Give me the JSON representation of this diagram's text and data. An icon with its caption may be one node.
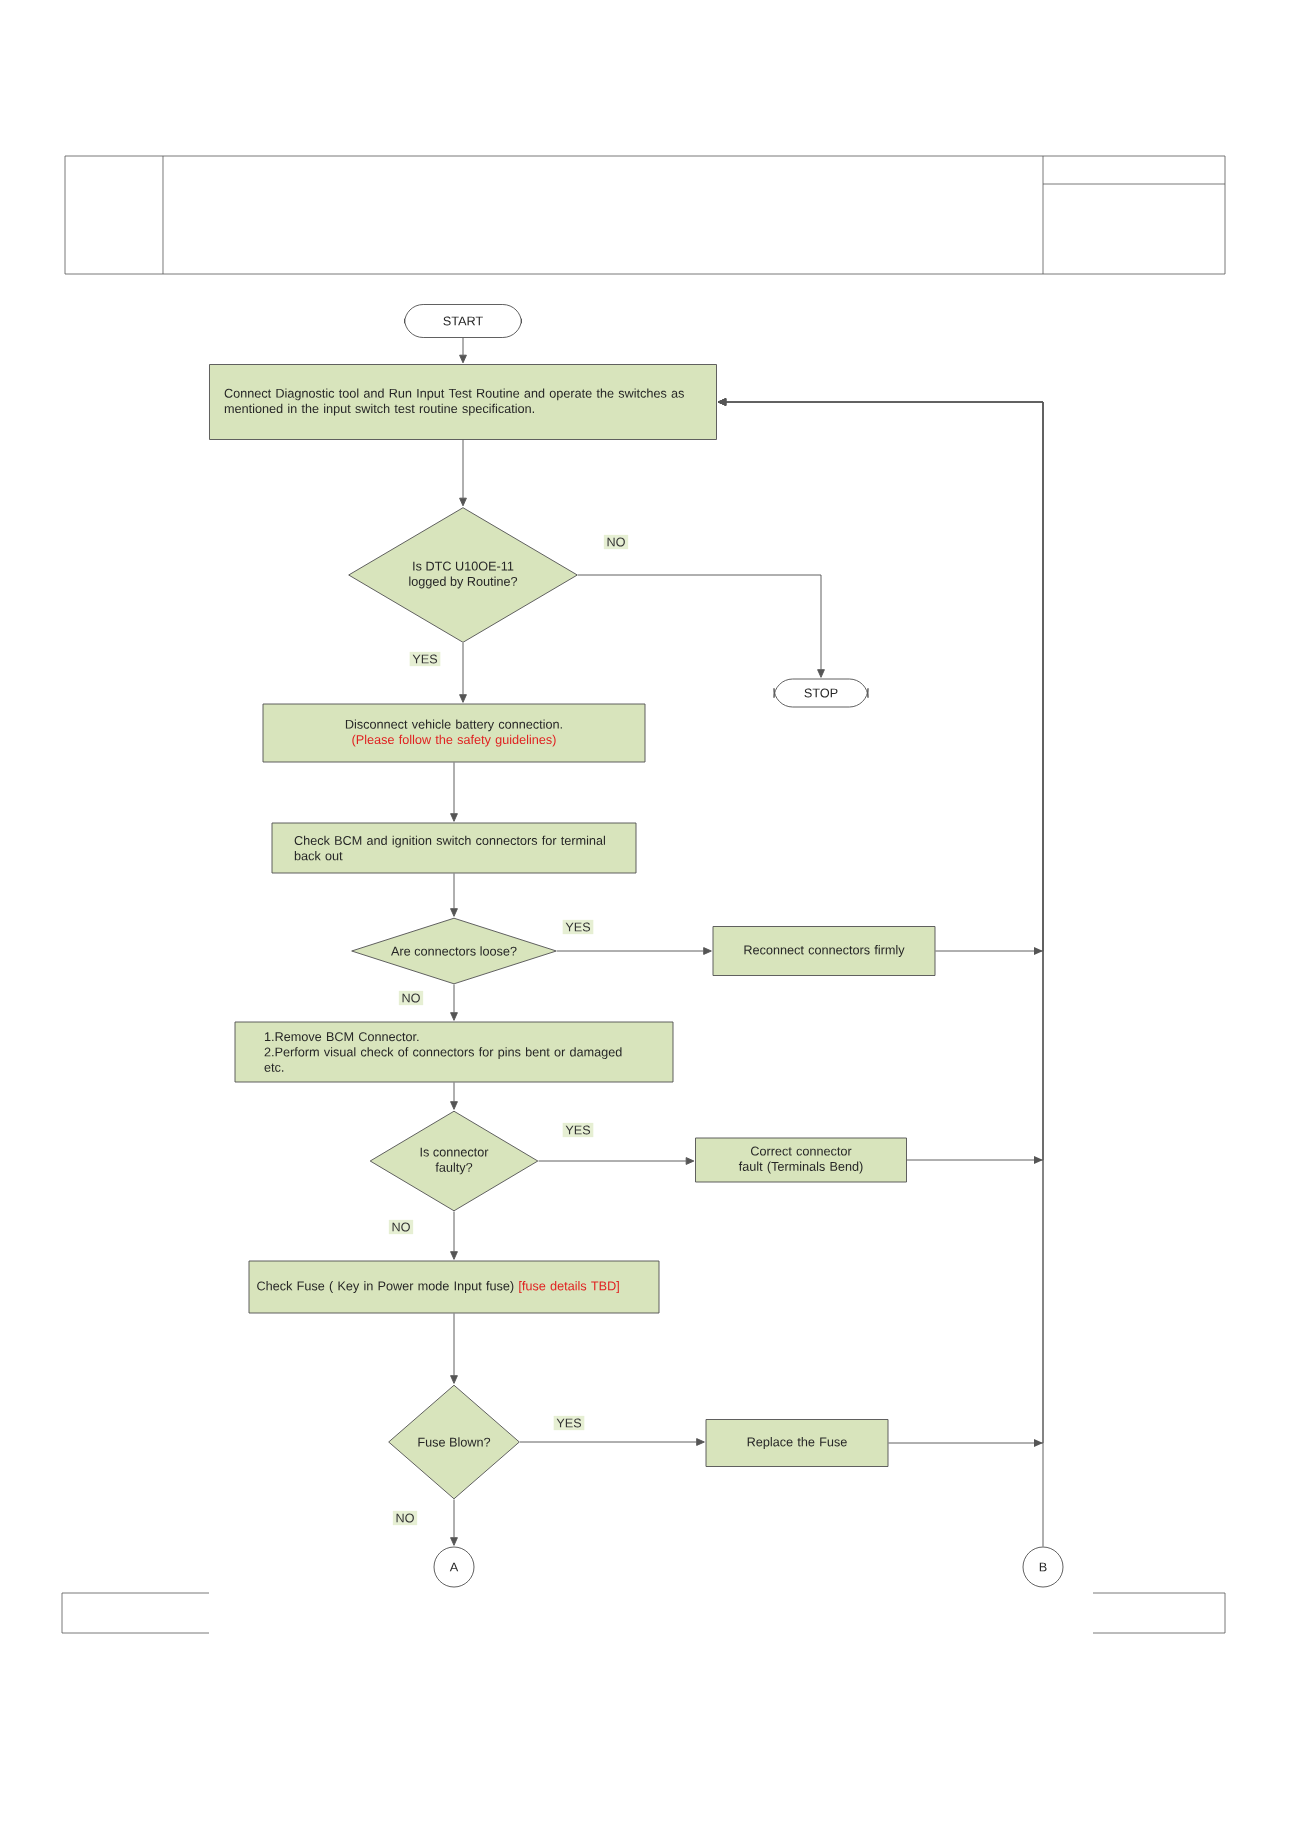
{
  "diagram": {
    "nodes": [
      {
        "text": [
          "START"
        ]
      },
      {
        "text": [
          "Connect Diagnostic tool and Run Input Test Routine and operate the switches as mentioned in the input switch test routine specification."
        ]
      },
      {
        "text": [
          "Is DTC U10OE-11 logged by Routine?"
        ]
      },
      {
        "text": [
          "STOP"
        ]
      },
      {
        "text": [
          "Disconnect vehicle battery connection.",
          "(Please follow the safety guidelines)"
        ]
      },
      {
        "text": [
          "Check  BCM and ignition switch connectors for terminal back out"
        ]
      },
      {
        "text": [
          "Are connectors loose?"
        ]
      },
      {
        "text": [
          "Reconnect connectors firmly"
        ]
      },
      {
        "text": [
          "1.Remove BCM Connector.",
          "2.Perform visual check of connectors for pins bent or damaged etc."
        ]
      },
      {
        "text": [
          "Is connector faulty?"
        ]
      },
      {
        "text": [
          "Correct connector fault (Terminals Bend)"
        ]
      },
      {
        "text": [
          "Check Fuse ( Key in Power mode Input fuse)",
          "[fuse details TBD]"
        ]
      },
      {
        "text": [
          "Fuse Blown?"
        ]
      },
      {
        "text": [
          "Replace the Fuse"
        ]
      },
      {
        "text": [
          "A"
        ]
      },
      {
        "text": [
          "B"
        ]
      }
    ],
    "edges": [
      {
        "from": 0,
        "to": 1,
        "arrow": "to"
      },
      {
        "from": 1,
        "to": 2,
        "arrow": "to"
      },
      {
        "from": 2,
        "to": 3,
        "arrow": "to",
        "label": "NO"
      },
      {
        "from": 2,
        "to": 4,
        "arrow": "to",
        "label": "YES"
      },
      {
        "from": 4,
        "to": 5,
        "arrow": "to"
      },
      {
        "from": 5,
        "to": 6,
        "arrow": "to"
      },
      {
        "from": 6,
        "to": 7,
        "arrow": "to",
        "label": "YES"
      },
      {
        "from": 6,
        "to": 8,
        "arrow": "to",
        "label": "NO"
      },
      {
        "from": 8,
        "to": 9,
        "arrow": "to"
      },
      {
        "from": 9,
        "to": 10,
        "arrow": "to",
        "label": "YES"
      },
      {
        "from": 9,
        "to": 11,
        "arrow": "to",
        "label": "NO"
      },
      {
        "from": 11,
        "to": 12,
        "arrow": "to"
      },
      {
        "from": 12,
        "to": 13,
        "arrow": "to",
        "label": "YES"
      },
      {
        "from": 12,
        "to": 14,
        "arrow": "to",
        "label": "NO"
      },
      {
        "from": 7,
        "to": 1,
        "arrow": "to"
      },
      {
        "from": 10,
        "to": 1,
        "arrow": "to"
      },
      {
        "from": 13,
        "to": 1,
        "arrow": "to"
      },
      {
        "from": 15,
        "to": 1,
        "arrow": "to"
      }
    ]
  }
}
